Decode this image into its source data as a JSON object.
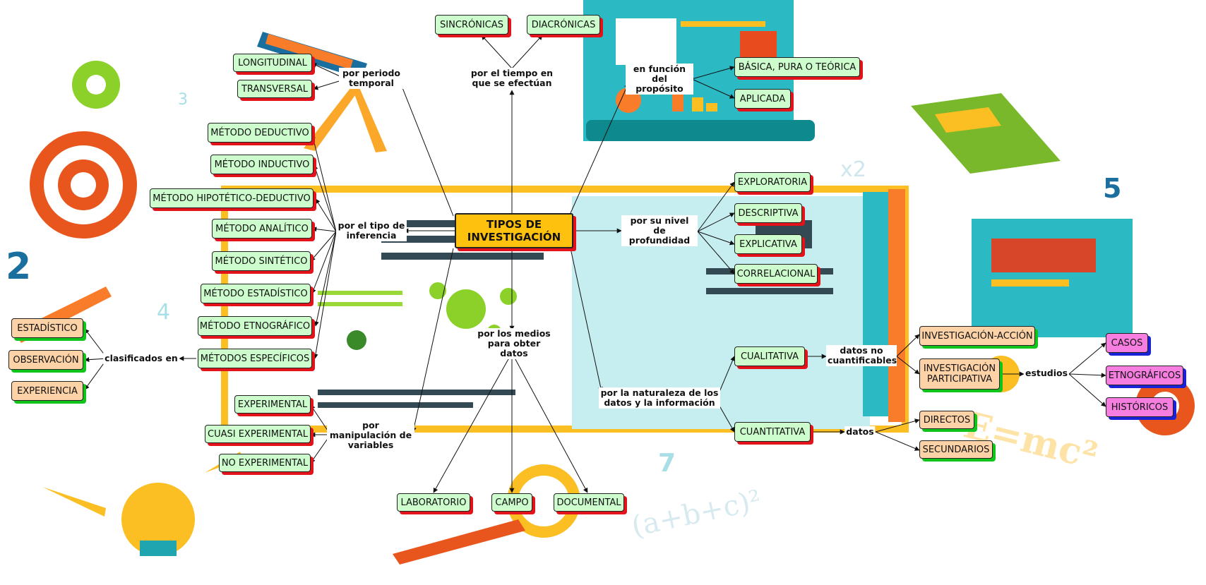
{
  "map": {
    "center": {
      "title": "TIPOS DE INVESTIGACIÓN"
    },
    "labels": {
      "periodo": "por periodo temporal",
      "tiempo": "por el tiempo en que se efectúan",
      "proposito": "en función del propósito",
      "inferencia": "por el tipo de inferencia",
      "profundidad": "por su nivel de profundidad",
      "medios": "por los medios para obter datos",
      "naturaleza": "por la naturaleza de los datos y la información",
      "manipulacion": "por manipulación de variables",
      "clasificados": "clasificados en",
      "no_cuantificables": "datos no cuantificables",
      "datos": "datos",
      "estudios": "estudios"
    },
    "nodes": {
      "longitudinal": "LONGITUDINAL",
      "transversal": "TRANSVERSAL",
      "sincronicas": "SINCRÓNICAS",
      "diacronicas": "DIACRÓNICAS",
      "basica": "BÁSICA, PURA O TEÓRICA",
      "aplicada": "APLICADA",
      "deductivo": "MÉTODO DEDUCTIVO",
      "inductivo": "MÉTODO INDUCTIVO",
      "hipotetico": "MÉTODO HIPOTÉTICO-DEDUCTIVO",
      "analitico": "MÉTODO ANALÍTICO",
      "sintetico": "MÉTODO SINTÉTICO",
      "estadistico_m": "MÉTODO ESTADÍSTICO",
      "etnografico_m": "MÉTODO ETNOGRÁFICO",
      "especificos": "MÉTODOS ESPECÍFICOS",
      "estadistico": "ESTADÍSTICO",
      "observacion": "OBSERVACIÓN",
      "experiencia": "EXPERIENCIA",
      "experimental": "EXPERIMENTAL",
      "cuasi": "CUASI EXPERIMENTAL",
      "no_experimental": "NO EXPERIMENTAL",
      "laboratorio": "LABORATORIO",
      "campo": "CAMPO",
      "documental": "DOCUMENTAL",
      "exploratoria": "EXPLORATORIA",
      "descriptiva": "DESCRIPTIVA",
      "explicativa": "EXPLICATIVA",
      "correlacional": "CORRELACIONAL",
      "cualitativa": "CUALITATIVA",
      "cuantitativa": "CUANTITATIVA",
      "inv_accion": "INVESTIGACIÓN-ACCIÓN",
      "inv_participativa": "INVESTIGACIÓN PARTICIPATIVA",
      "directos": "DIRECTOS",
      "secundarios": "SECUNDARIOS",
      "casos": "CASOS",
      "etnograficos": "ETNOGRÁFICOS",
      "historicos": "HISTÓRICOS"
    },
    "colors": {
      "center_fill": "#fec20e",
      "green_node": "#cdfccd",
      "orange_node": "#fcd2a6",
      "pink_node": "#f67ee0",
      "shadow_red": "#e3131b",
      "shadow_green": "#11c41b",
      "shadow_blue": "#1a22d8"
    },
    "background": {
      "decor_text": [
        "2",
        "5",
        "4",
        "3",
        "7",
        "x2",
        "E=mc²",
        "(a+b+c)²"
      ]
    }
  }
}
